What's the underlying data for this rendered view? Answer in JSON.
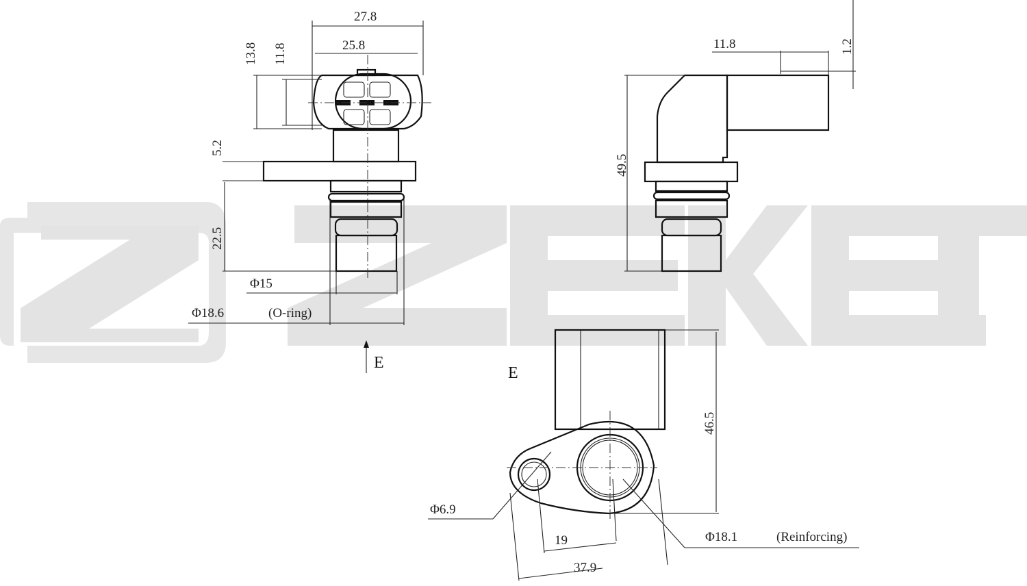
{
  "watermark": {
    "brand": "ZEKKERT",
    "color": "#e3e3e3"
  },
  "views": {
    "front": {
      "dimensions": {
        "overall_width": "27.8",
        "inner_width": "25.8",
        "connector_height_outer": "13.8",
        "connector_height_inner": "11.8",
        "flange_thickness": "5.2",
        "probe_length": "22.5",
        "probe_diameter": "Φ15",
        "oring_diameter": "Φ18.6",
        "oring_note": "(O-ring)"
      },
      "view_arrow_label": "E"
    },
    "side": {
      "dimensions": {
        "connector_depth": "11.8",
        "latch_offset": "1.2",
        "total_height": "49.5"
      }
    },
    "bottom": {
      "view_label": "E",
      "dimensions": {
        "height": "46.5",
        "hole_diameter": "Φ6.9",
        "hole_center_distance": "19",
        "flange_length": "37.9",
        "body_diameter": "Φ18.1",
        "body_note": "(Reinforcing)"
      }
    }
  }
}
